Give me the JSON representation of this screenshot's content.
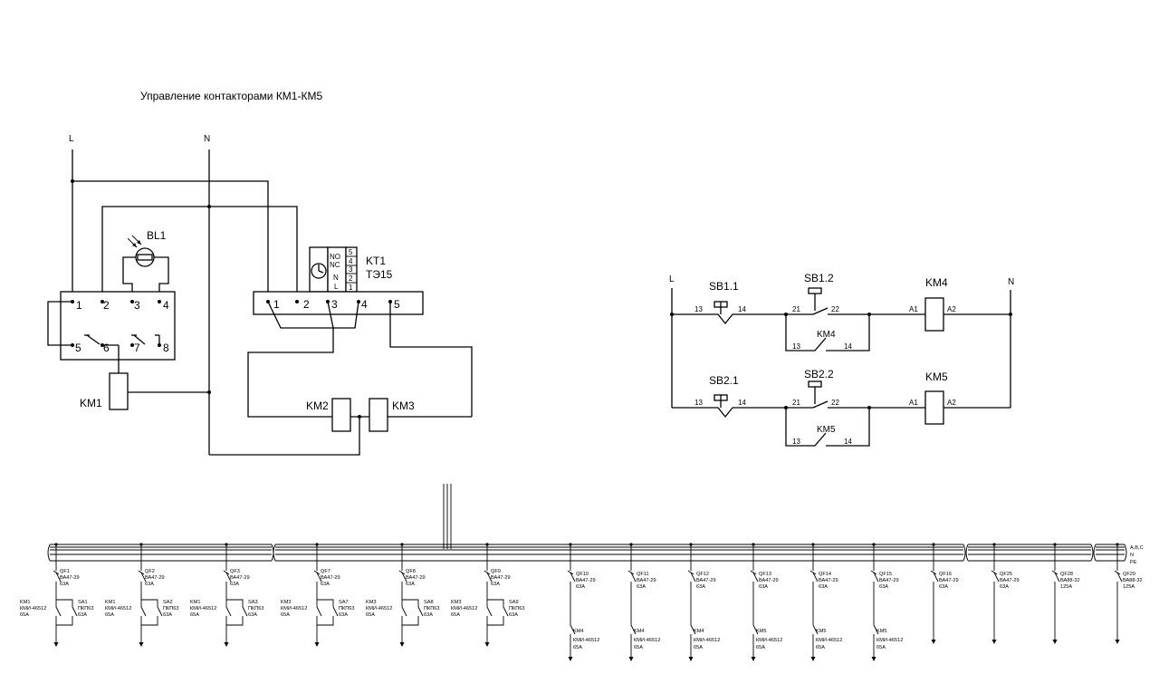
{
  "title": "Управление контакторами КМ1-КМ5",
  "left": {
    "L": "L",
    "N": "N",
    "bl1": "BL1",
    "relay_pins": [
      "1",
      "2",
      "3",
      "4",
      "5",
      "6",
      "7",
      "8"
    ],
    "km1": "KM1",
    "kt1": "KT1",
    "kt1_type": "ТЭ15",
    "kt1_labels": [
      "NO",
      "NC",
      "N",
      "L"
    ],
    "kt1_nums": [
      "5",
      "4",
      "3",
      "2",
      "1"
    ],
    "timer_pins": [
      "1",
      "2",
      "3",
      "4",
      "5"
    ],
    "km2": "KM2",
    "km3": "KM3"
  },
  "right": {
    "L": "L",
    "N": "N",
    "rows": [
      {
        "button": "SB1.1",
        "pin_a": "13",
        "pin_b": "14",
        "stop": "SB1.2",
        "s_a": "21",
        "s_b": "22",
        "hold": "KM4",
        "h_a": "13",
        "h_b": "14",
        "coil": "KM4",
        "c_a": "A1",
        "c_b": "A2"
      },
      {
        "button": "SB2.1",
        "pin_a": "13",
        "pin_b": "14",
        "stop": "SB2.2",
        "s_a": "21",
        "s_b": "22",
        "hold": "KM5",
        "h_a": "13",
        "h_b": "14",
        "coil": "KM5",
        "c_a": "A1",
        "c_b": "A2"
      }
    ]
  },
  "bus": {
    "labels": [
      "A,B,C",
      "N",
      "PE"
    ]
  },
  "feeders_a": [
    {
      "qf": [
        "QF1",
        "ВА47-29",
        "63А"
      ],
      "km": [
        "KM1",
        "КМИ-46512",
        "65А"
      ],
      "sa": [
        "SA1",
        "ПКП63",
        "63А"
      ]
    },
    {
      "qf": [
        "QF2",
        "ВА47-29",
        "63А"
      ],
      "km": [
        "KM1",
        "КМИ-46512",
        "65А"
      ],
      "sa": [
        "SA2",
        "ПКП63",
        "63А"
      ]
    },
    {
      "qf": [
        "QF3",
        "ВА47-29",
        "63А"
      ],
      "km": [
        "KM1",
        "КМИ-46512",
        "65А"
      ],
      "sa": [
        "SA3",
        "ПКП63",
        "63А"
      ]
    },
    {
      "qf": [
        "QF7",
        "ВА47-29",
        "63А"
      ],
      "km": [
        "KM3",
        "КМИ-46512",
        "65А"
      ],
      "sa": [
        "SA7",
        "ПКП63",
        "63А"
      ]
    },
    {
      "qf": [
        "QF8",
        "ВА47-29",
        "63А"
      ],
      "km": [
        "KM3",
        "КМИ-46512",
        "65А"
      ],
      "sa": [
        "SA8",
        "ПКП63",
        "63А"
      ]
    },
    {
      "qf": [
        "QF9",
        "ВА47-29",
        "63А"
      ],
      "km": [
        "KM3",
        "КМИ-46512",
        "65А"
      ],
      "sa": [
        "SA9",
        "ПКП63",
        "63А"
      ]
    }
  ],
  "feeders_b": [
    {
      "qf": [
        "QF10",
        "ВА47-29",
        "63А"
      ],
      "km": [
        "KM4",
        "КМИ-46512",
        "65А"
      ]
    },
    {
      "qf": [
        "QF11",
        "ВА47-29",
        "63А"
      ],
      "km": [
        "KM4",
        "КМИ-46512",
        "65А"
      ]
    },
    {
      "qf": [
        "QF12",
        "ВА47-29",
        "63А"
      ],
      "km": [
        "KM4",
        "КМИ-46512",
        "65А"
      ]
    },
    {
      "qf": [
        "QF13",
        "ВА47-29",
        "63А"
      ],
      "km": [
        "KM5",
        "КМИ-46512",
        "65А"
      ]
    },
    {
      "qf": [
        "QF14",
        "ВА47-29",
        "63А"
      ],
      "km": [
        "KM5",
        "КМИ-46512",
        "65А"
      ]
    },
    {
      "qf": [
        "QF15",
        "ВА47-29",
        "63А"
      ],
      "km": [
        "KM5",
        "КМИ-46512",
        "65А"
      ]
    }
  ],
  "feeders_c": [
    {
      "qf": [
        "QF16",
        "ВА47-29",
        "63А"
      ]
    },
    {
      "qf": [
        "QF25",
        "ВА47-29",
        "63А"
      ]
    },
    {
      "qf": [
        "QF28",
        "ВА88-32",
        "125А"
      ]
    },
    {
      "qf": [
        "QF29",
        "ВА88-32",
        "125А"
      ]
    }
  ]
}
